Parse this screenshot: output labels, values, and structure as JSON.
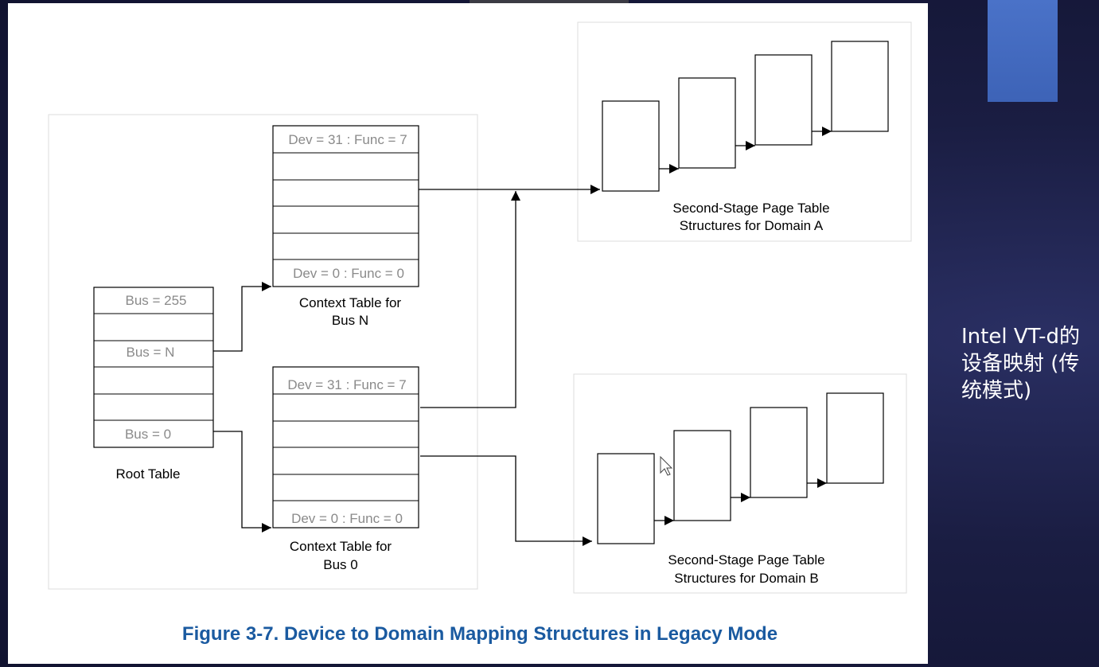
{
  "slide": {
    "side_caption": "Intel VT-d的设备映射 (传统模式)"
  },
  "figure": {
    "caption": "Figure 3-7.  Device to Domain Mapping Structures in Legacy Mode",
    "root_table": {
      "rows": [
        "Bus = 255",
        "",
        "Bus = N",
        "",
        "",
        "Bus = 0"
      ],
      "label": "Root Table"
    },
    "context_table_n": {
      "rows": [
        "Dev = 31 : Func = 7",
        "",
        "",
        "",
        "",
        "Dev = 0 : Func = 0"
      ],
      "label_line1": "Context Table for",
      "label_line2": "Bus N"
    },
    "context_table_0": {
      "rows": [
        "Dev = 31 : Func = 7",
        "",
        "",
        "",
        "",
        "Dev = 0 : Func = 0"
      ],
      "label_line1": "Context Table for",
      "label_line2": "Bus 0"
    },
    "domain_a": {
      "label_line1": "Second-Stage Page Table",
      "label_line2": "Structures for Domain A"
    },
    "domain_b": {
      "label_line1": "Second-Stage Page Table",
      "label_line2": "Structures for Domain B"
    }
  }
}
